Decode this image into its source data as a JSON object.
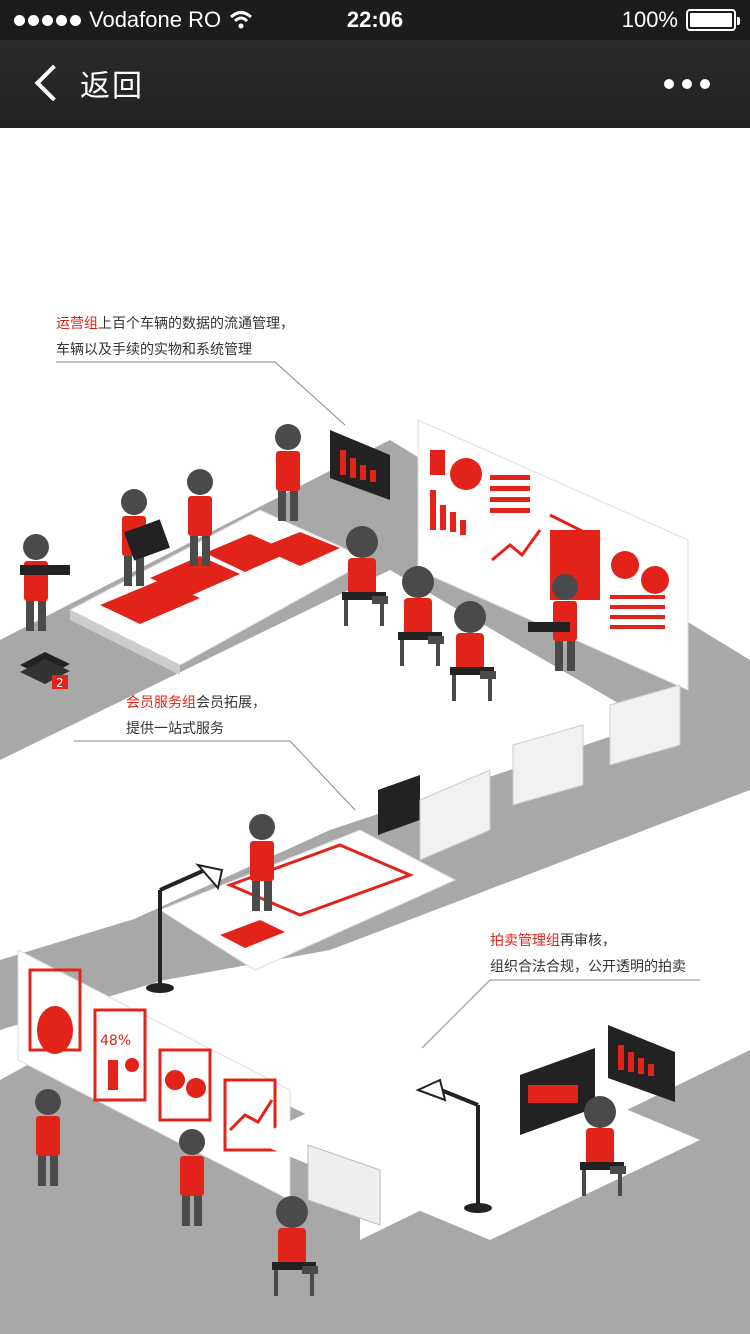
{
  "status_bar": {
    "carrier": "Vodafone RO",
    "time": "22:06",
    "battery": "100%",
    "wifi_icon": "wifi-icon",
    "signal_icon": "signal-dots-icon",
    "battery_icon": "battery-icon"
  },
  "navbar": {
    "back_label": "返回",
    "back_icon": "chevron-left-icon",
    "more_icon": "more-dots-icon"
  },
  "captions": [
    {
      "highlight": "运营组",
      "line1_rest": "上百个车辆的数据的流通管理，",
      "line2": "车辆以及手续的实物和系统管理"
    },
    {
      "highlight": "会员服务组",
      "line1_rest": "会员拓展，",
      "line2": "提供一站式服务"
    },
    {
      "highlight": "拍卖管理组",
      "line1_rest": "再审核，",
      "line2": "组织合法合规，公开透明的拍卖"
    }
  ],
  "illustration": {
    "stack_badge": "2",
    "chart_percent": "48%",
    "colors": {
      "accent": "#e2231a",
      "floor": "#a8a8a8",
      "figure": "#4a4a4a",
      "panel": "#ffffff"
    }
  }
}
